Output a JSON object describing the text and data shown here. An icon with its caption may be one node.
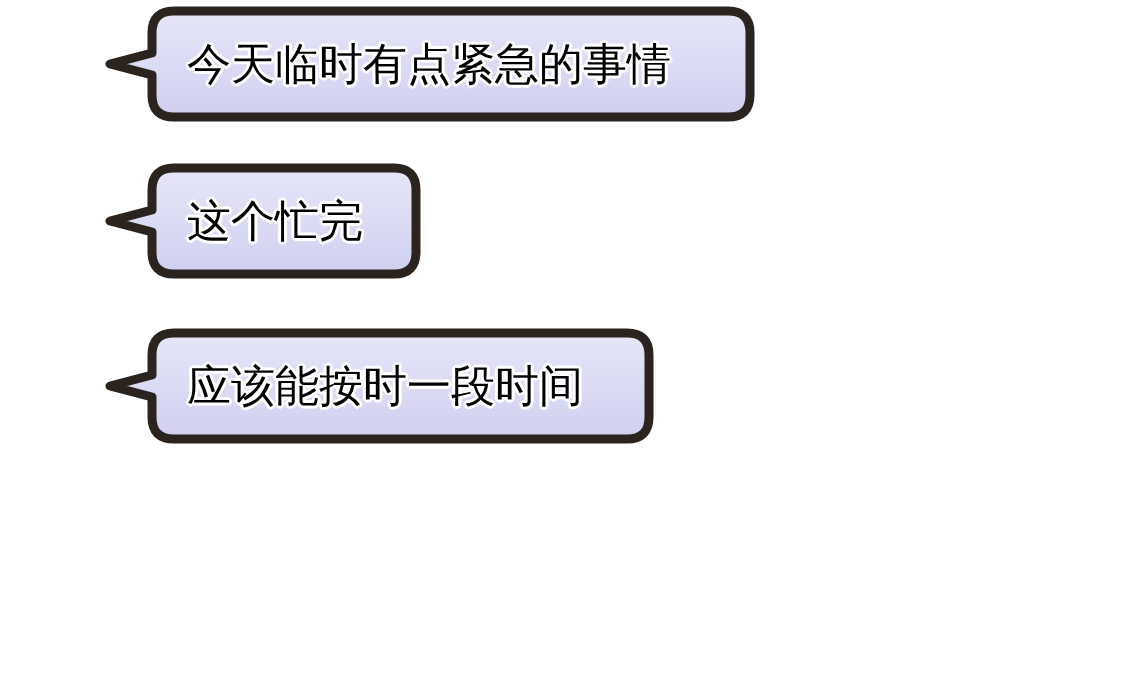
{
  "diagram": {
    "nodes": [
      {
        "text": [
          "今天临时有点紧急的事情"
        ]
      },
      {
        "text": [
          "这个忙完"
        ]
      },
      {
        "text": [
          "应该能按时一段时间"
        ]
      }
    ]
  }
}
